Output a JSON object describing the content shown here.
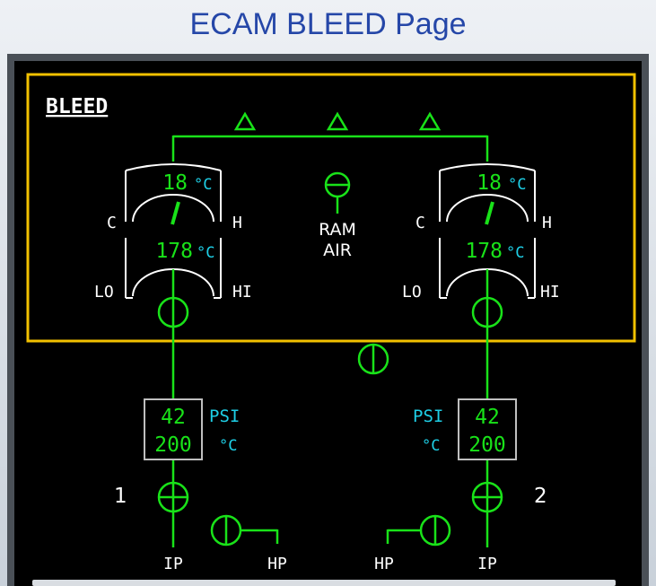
{
  "slide": {
    "title": "ECAM BLEED Page"
  },
  "page": {
    "title": "BLEED"
  },
  "colors": {
    "green": "#19e219",
    "cyan": "#1ecfe6",
    "amber": "#f2c100",
    "white": "#ffffff",
    "title_blue": "#2547a8"
  },
  "packs": {
    "left": {
      "outlet_temp": "18",
      "outlet_unit": "°C",
      "cold_label": "C",
      "hot_label": "H",
      "inlet_temp": "178",
      "inlet_unit": "°C",
      "lo_label": "LO",
      "hi_label": "HI"
    },
    "right": {
      "outlet_temp": "18",
      "outlet_unit": "°C",
      "cold_label": "C",
      "hot_label": "H",
      "inlet_temp": "178",
      "inlet_unit": "°C",
      "lo_label": "LO",
      "hi_label": "HI"
    }
  },
  "ram_air": {
    "line1": "RAM",
    "line2": "AIR"
  },
  "engines": {
    "left": {
      "number": "1",
      "pressure": "42",
      "pressure_unit": "PSI",
      "temp": "200",
      "temp_unit": "°C",
      "ip_label": "IP",
      "hp_label": "HP"
    },
    "right": {
      "number": "2",
      "pressure": "42",
      "pressure_unit": "PSI",
      "temp": "200",
      "temp_unit": "°C",
      "ip_label": "IP",
      "hp_label": "HP"
    }
  },
  "valves": {
    "pack_left": "open",
    "pack_right": "open",
    "crossbleed": "closed",
    "ram_air": "closed",
    "ip_left": "closed",
    "ip_right": "closed",
    "hp_left": "closed",
    "hp_right": "closed"
  },
  "icons": {
    "consumer_arrows": "triangle-up-outline-icon",
    "valve": "circle-valve-icon"
  }
}
